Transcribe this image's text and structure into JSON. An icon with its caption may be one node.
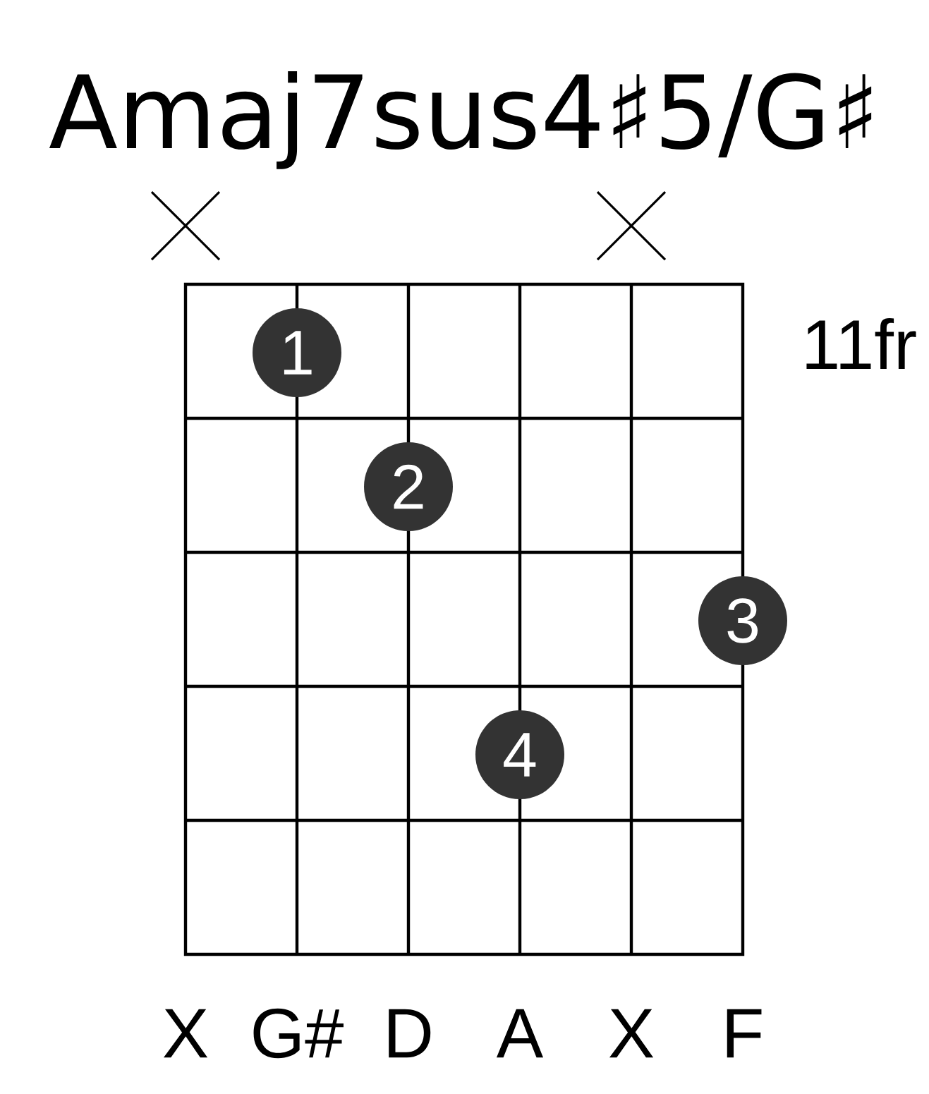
{
  "diagram": {
    "title": "Amaj7sus4♯5/G♯",
    "nodes": [
      {
        "text": [
          "1"
        ]
      },
      {
        "text": [
          "2"
        ]
      },
      {
        "text": [
          "3"
        ]
      },
      {
        "text": [
          "4"
        ]
      }
    ],
    "labels": [
      "11fr",
      "X",
      "G#",
      "D",
      "A",
      "X",
      "F"
    ]
  }
}
